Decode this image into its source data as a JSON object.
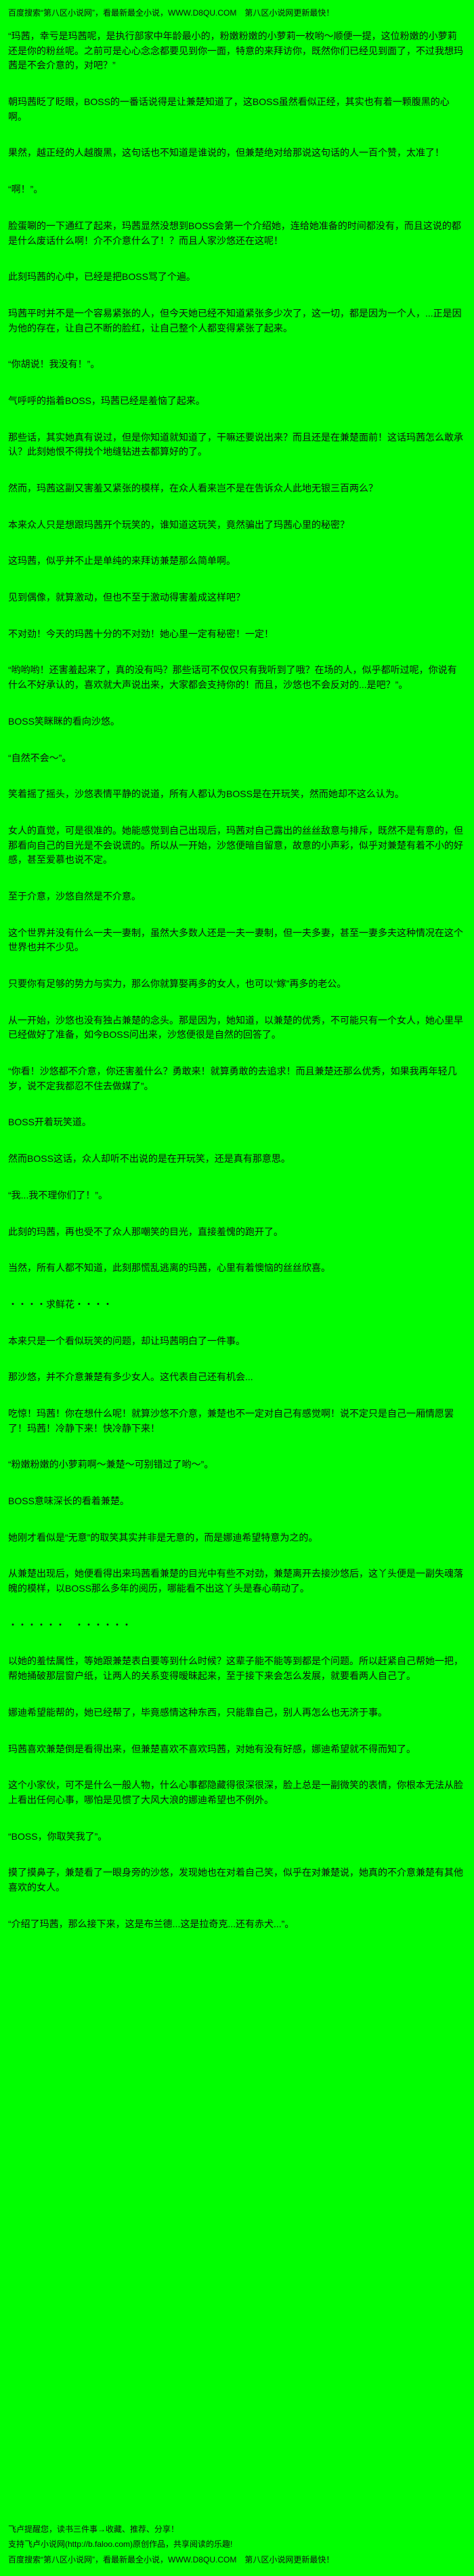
{
  "page": {
    "background_color": "#00ff00",
    "text_color": "#111111"
  },
  "header": {
    "promo": "百度搜索“第八区小说网”，看最新最全小说，WWW.D8QU.COM　第八区小说网更新最快！"
  },
  "paragraphs": [
    "“玛茜，幸亏是玛茜呢，是执行部家中年龄最小的，粉嫩粉嫩的小萝莉一枚哟～顺便一提，这位粉嫩的小萝莉还是你的粉丝呢。之前可是心心念念都要见到你一面，特意的来拜访你，既然你们已经见到面了，不过我想玛茜是不会介意的，对吧？”",
    "朝玛茜眨了眨眼，BOSS的一番话说得是让兼楚知道了，这BOSS虽然看似正经，其实也有着一颗腹黑的心啊。",
    "果然，越正经的人越腹黑，这句话也不知道是谁说的，但兼楚绝对给那说这句话的人一百个赞，太准了！",
    "“啊！”。",
    "脸蛋唰的一下通红了起来，玛茜显然没想到BOSS会第一个介绍她，连给她准备的时间都没有，而且这说的都是什么废话什么啊！介不介意什么了！？而且人家沙悠还在这呢！",
    "此刻玛茜的心中，已经是把BOSS骂了个遍。",
    "玛茜平时并不是一个容易紧张的人，但今天她已经不知道紧张多少次了，这一切，都是因为一个人，...正是因为他的存在，让自己不断的脸红，让自己整个人都变得紧张了起来。",
    "“你胡说！我没有！”。",
    "气呼呼的指着BOSS，玛茜已经是羞恼了起来。",
    "那些话，其实她真有说过，但是你知道就知道了，干嘛还要说出来？而且还是在兼楚面前！这话玛茜怎么敢承认？此刻她恨不得找个地缝钻进去都算好的了。",
    "然而，玛茜这副又害羞又紧张的模样，在众人看来岂不是在告诉众人此地无银三百两么？",
    "本来众人只是想跟玛茜开个玩笑的，谁知道这玩笑，竟然骗出了玛茜心里的秘密？",
    "这玛茜，似乎并不止是单纯的来拜访兼楚那么简单啊。",
    "见到偶像，就算激动，但也不至于激动得害羞成这样吧？",
    "不对劲！今天的玛茜十分的不对劲！她心里一定有秘密！一定！",
    "“哟哟哟！还害羞起来了，真的没有吗？那些话可不仅仅只有我听到了哦？在场的人，似乎都听过呢，你说有什么不好承认的，喜欢就大声说出来，大家都会支持你的！而且，沙悠也不会反对的...是吧？”。",
    "BOSS笑眯眯的看向沙悠。",
    "“自然不会～”。",
    "笑着摇了摇头，沙悠表情平静的说道，所有人都认为BOSS是在开玩笑，然而她却不这么认为。",
    "女人的直觉，可是很准的。她能感觉到自己出现后，玛茜对自己露出的丝丝敌意与排斥，既然不是有意的，但那看向自己的目光是不会说谎的。所以从一开始，沙悠便暗自留意，故意的小声彩，似乎对兼楚有着不小的好感，甚至爱慕也说不定。",
    "至于介意，沙悠自然是不介意。",
    "这个世界并没有什么一夫一妻制，虽然大多数人还是一夫一妻制，但一夫多妻，甚至一妻多夫这种情况在这个世界也并不少见。",
    "只要你有足够的势力与实力，那么你就算娶再多的女人，也可以“嫁”再多的老公。",
    "从一开始，沙悠也没有独占兼楚的念头。那是因为，她知道，以兼楚的优秀，不可能只有一个女人，她心里早已经做好了准备，如今BOSS问出来，沙悠便很是自然的回答了。",
    "“你看！沙悠都不介意，你还害羞什么？勇敢来！就算勇敢的去追求！而且兼楚还那么优秀，如果我再年轻几岁，说不定我都忍不住去做媒了”。",
    "BOSS开着玩笑道。",
    "然而BOSS这话，众人却听不出说的是在开玩笑，还是真有那意思。",
    "“我...我不理你们了！”。",
    "此刻的玛茜，再也受不了众人那嘲笑的目光，直接羞愧的跑开了。",
    "当然，所有人都不知道，此刻那慌乱逃离的玛茜，心里有着懊恼的丝丝欣喜。",
    "・・・・求鲜花・・・・",
    "本来只是一个看似玩笑的问题，却让玛茜明白了一件事。",
    "那沙悠，并不介意兼楚有多少女人。这代表自己还有机会...",
    "吃惊！玛茜！你在想什么呢！就算沙悠不介意，兼楚也不一定对自己有感觉啊！说不定只是自己一厢情愿罢了！玛茜！冷静下来！快冷静下来！",
    "“粉嫩粉嫩的小萝莉啊～兼楚～可别错过了哟～”。",
    "BOSS意味深长的看着兼楚。",
    "她刚才看似是“无意”的取笑其实并非是无意的，而是娜迪希望特意为之的。",
    "从兼楚出现后，她便看得出来玛茜看兼楚的目光中有些不对劲，兼楚离开去接沙悠后，这丫头便是一副失魂落魄的模样，以BOSS那么多年的阅历，哪能看不出这丫头是春心萌动了。",
    "・・・・・・　・・・・・・",
    "以她的羞怯属性，等她跟兼楚表白要等到什么时候？这辈子能不能等到都是个问题。所以赶紧自己帮她一把，帮她捅破那层窗户纸，让两人的关系变得暧昧起来，至于接下来会怎么发展，就要看两人自己了。",
    "娜迪希望能帮的，她已经帮了，毕竟感情这种东西，只能靠自己，别人再怎么也无济于事。",
    "玛茜喜欢兼楚倒是看得出来，但兼楚喜欢不喜欢玛茜，对她有没有好感，娜迪希望就不得而知了。",
    "这个小家伙，可不是什么一般人物，什么心事都隐藏得很深很深，脸上总是一副微笑的表情，你根本无法从脸上看出任何心事，哪怕是见惯了大风大浪的娜迪希望也不例外。",
    "“BOSS，你取笑我了”。",
    "摸了摸鼻子，兼楚看了一眼身旁的沙悠，发现她也在对着自己笑，似乎在对兼楚说，她真的不介意兼楚有其他喜欢的女人。",
    "“介绍了玛茜，那么接下来，这是布兰德...这是拉奇克...还有赤犬...”。"
  ],
  "footer": {
    "reminder": "飞卢提醒您，读书三件事→收藏、推荐、分享！",
    "support": "支持飞卢小说网(http://b.faloo.com)原创作品，共享阅读的乐趣!",
    "promo": "百度搜索“第八区小说网”，看最新最全小说，WWW.D8QU.COM　第八区小说网更新最快！"
  }
}
